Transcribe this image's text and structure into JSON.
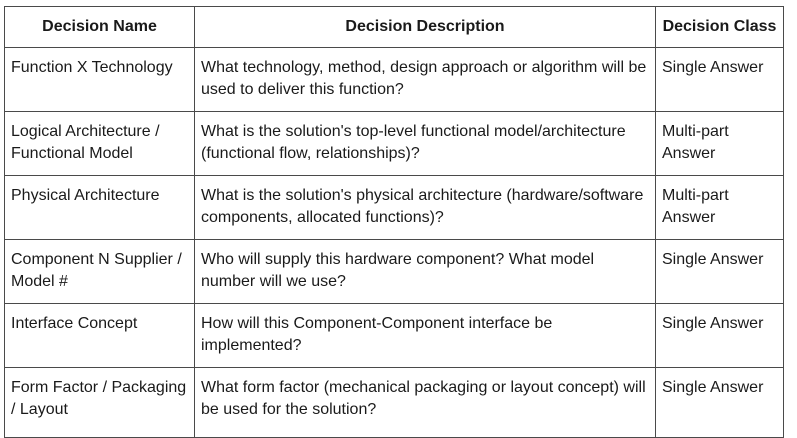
{
  "table": {
    "headers": [
      "Decision Name",
      "Decision Description",
      "Decision Class"
    ],
    "rows": [
      {
        "name": "Function X Technology",
        "description": "What technology, method, design approach or algorithm will be used to deliver this function?",
        "class": "Single Answer"
      },
      {
        "name": "Logical Architecture / Functional Model",
        "description": "What is the solution's top-level functional model/architecture (functional flow, relationships)?",
        "class": "Multi-part Answer"
      },
      {
        "name": "Physical Architecture",
        "description": "What is the solution's physical architecture (hardware/software components, allocated functions)?",
        "class": "Multi-part Answer"
      },
      {
        "name": "Component N Supplier / Model #",
        "description": "Who will supply this hardware component? What model number will we use?",
        "class": "Single Answer"
      },
      {
        "name": "Interface Concept",
        "description": "How will this Component-Component interface be implemented?",
        "class": "Single Answer"
      },
      {
        "name": "Form Factor / Packaging / Layout",
        "description": "What form factor (mechanical packaging or layout concept) will be used for the solution?",
        "class": "Single Answer"
      }
    ]
  }
}
